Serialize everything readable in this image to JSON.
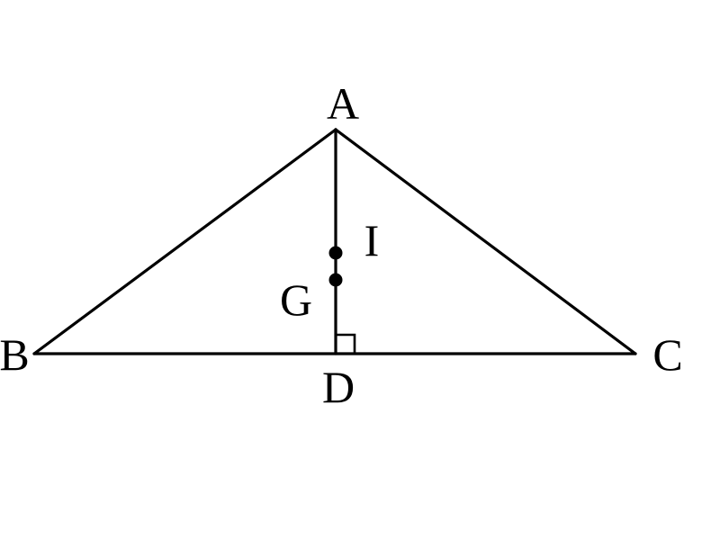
{
  "diagram": {
    "vertices": {
      "A": "A",
      "B": "B",
      "C": "C",
      "D": "D"
    },
    "points": {
      "I": "I",
      "G": "G"
    },
    "segments": [
      "AB",
      "AC",
      "BC",
      "AD"
    ],
    "right_angle_at": "D",
    "line_color": "#000000",
    "background_color": "#ffffff"
  }
}
